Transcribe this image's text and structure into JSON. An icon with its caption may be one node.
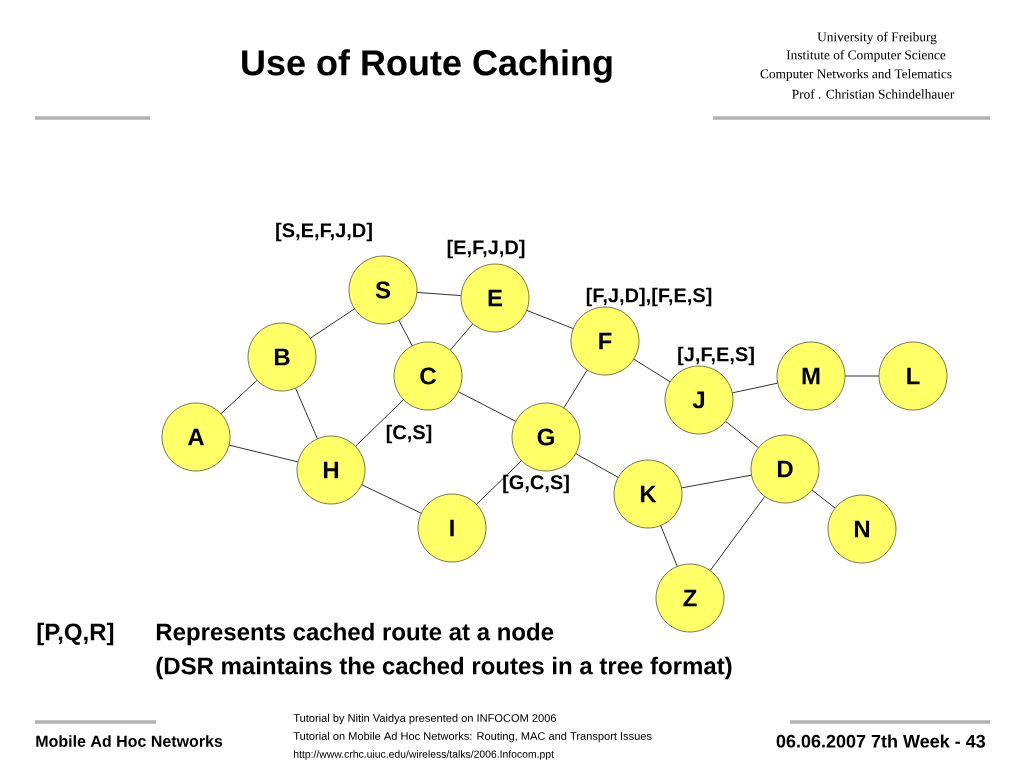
{
  "diagram": {
    "title": "Use of Route Caching",
    "nodes": [
      {
        "text": [
          "S"
        ],
        "beside": [
          "[S,E,F,J,D]"
        ]
      },
      {
        "text": [
          "E"
        ],
        "beside": [
          "[E,F,J,D]"
        ]
      },
      {
        "text": [
          "F"
        ],
        "beside": [
          "[F,J,D],[F,E,S]"
        ]
      },
      {
        "text": [
          "B"
        ]
      },
      {
        "text": [
          "C"
        ],
        "beside": [
          "[C,S]"
        ]
      },
      {
        "text": [
          "M"
        ]
      },
      {
        "text": [
          "L"
        ]
      },
      {
        "text": [
          "J"
        ],
        "beside": [
          "[J,F,E,S]"
        ]
      },
      {
        "text": [
          "A"
        ]
      },
      {
        "text": [
          "G"
        ],
        "beside": [
          "[G,C,S]"
        ]
      },
      {
        "text": [
          "H"
        ]
      },
      {
        "text": [
          "D"
        ]
      },
      {
        "text": [
          "K"
        ]
      },
      {
        "text": [
          "N"
        ]
      },
      {
        "text": [
          "I"
        ]
      },
      {
        "text": [
          "Z"
        ]
      }
    ],
    "edges": [
      {
        "from": 0,
        "to": 1,
        "arrow": "none"
      },
      {
        "from": 0,
        "to": 3,
        "arrow": "none"
      },
      {
        "from": 0,
        "to": 4,
        "arrow": "none"
      },
      {
        "from": 1,
        "to": 4,
        "arrow": "none"
      },
      {
        "from": 1,
        "to": 2,
        "arrow": "none"
      },
      {
        "from": 2,
        "to": 9,
        "arrow": "none"
      },
      {
        "from": 2,
        "to": 7,
        "arrow": "none"
      },
      {
        "from": 3,
        "to": 8,
        "arrow": "none"
      },
      {
        "from": 3,
        "to": 10,
        "arrow": "none"
      },
      {
        "from": 8,
        "to": 10,
        "arrow": "none"
      },
      {
        "from": 4,
        "to": 10,
        "arrow": "none"
      },
      {
        "from": 4,
        "to": 9,
        "arrow": "none"
      },
      {
        "from": 9,
        "to": 14,
        "arrow": "none"
      },
      {
        "from": 9,
        "to": 12,
        "arrow": "none"
      },
      {
        "from": 10,
        "to": 14,
        "arrow": "none"
      },
      {
        "from": 7,
        "to": 5,
        "arrow": "none"
      },
      {
        "from": 5,
        "to": 6,
        "arrow": "none"
      },
      {
        "from": 7,
        "to": 11,
        "arrow": "none"
      },
      {
        "from": 11,
        "to": 12,
        "arrow": "none"
      },
      {
        "from": 11,
        "to": 13,
        "arrow": "none"
      },
      {
        "from": 12,
        "to": 15,
        "arrow": "none"
      },
      {
        "from": 11,
        "to": 15,
        "arrow": "none"
      }
    ],
    "labels": [
      "University of Freiburg",
      "Institute of Computer Science",
      "Computer Networks and Telematics",
      "Prof . Christian Schindelhauer",
      "[P,Q,R]",
      "Represents cached route at a node",
      "(DSR maintains the cached routes in a tree format)",
      "Mobile Ad Hoc Networks",
      "Tutorial by Nitin Vaidya presented on INFOCOM 2006",
      "Tutorial on Mobile Ad Hoc Networks: Routing, MAC and Transport Issues",
      "http://www.crhc.uiuc.edu/wireless/talks/2006.Infocom.ppt",
      "06.06.2007 7th Week - 43"
    ]
  }
}
